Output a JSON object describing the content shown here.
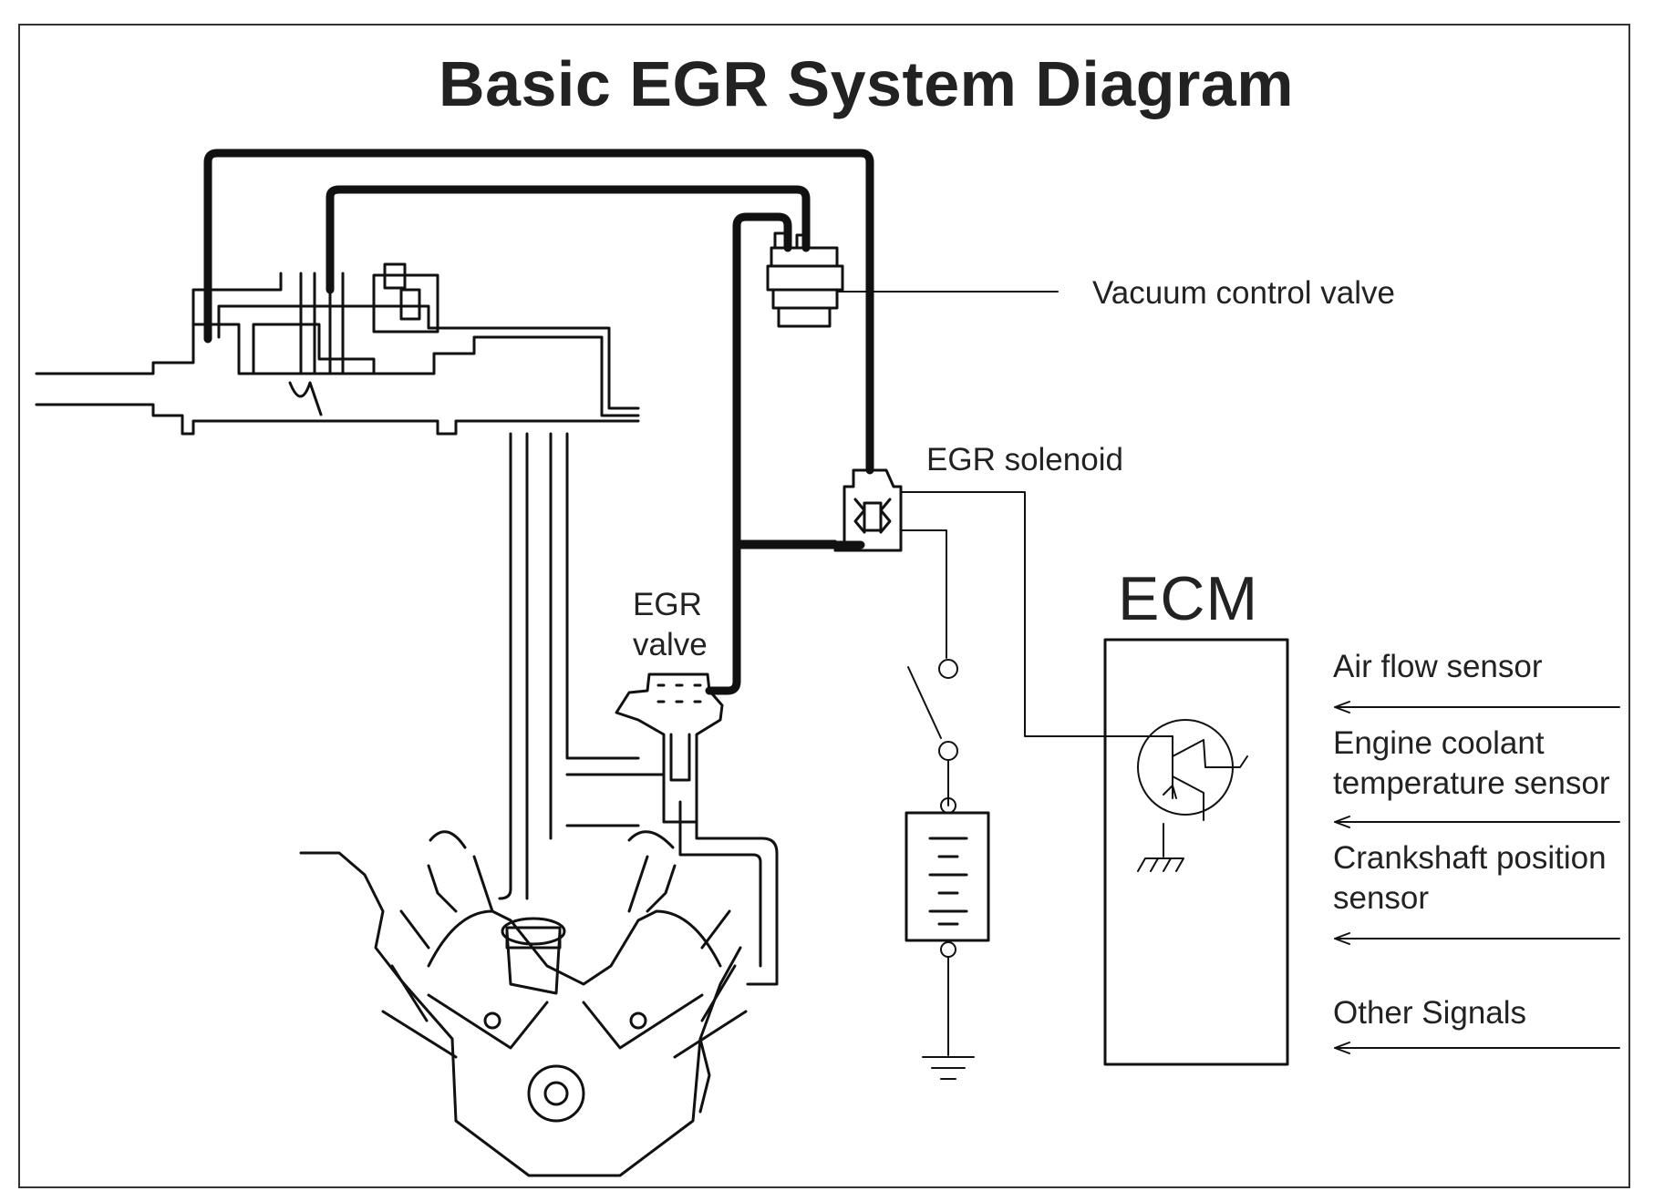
{
  "title": "Basic EGR System Diagram",
  "labels": {
    "vacuum_control_valve": "Vacuum control valve",
    "egr_solenoid": "EGR solenoid",
    "egr_valve_line1": "EGR",
    "egr_valve_line2": "valve",
    "ecm": "ECM"
  },
  "ecm_inputs": [
    {
      "line1": "Air flow sensor",
      "line2": ""
    },
    {
      "line1": "Engine coolant",
      "line2": "temperature sensor"
    },
    {
      "line1": "Crankshaft position",
      "line2": "sensor"
    },
    {
      "line1": "Other Signals",
      "line2": ""
    }
  ]
}
